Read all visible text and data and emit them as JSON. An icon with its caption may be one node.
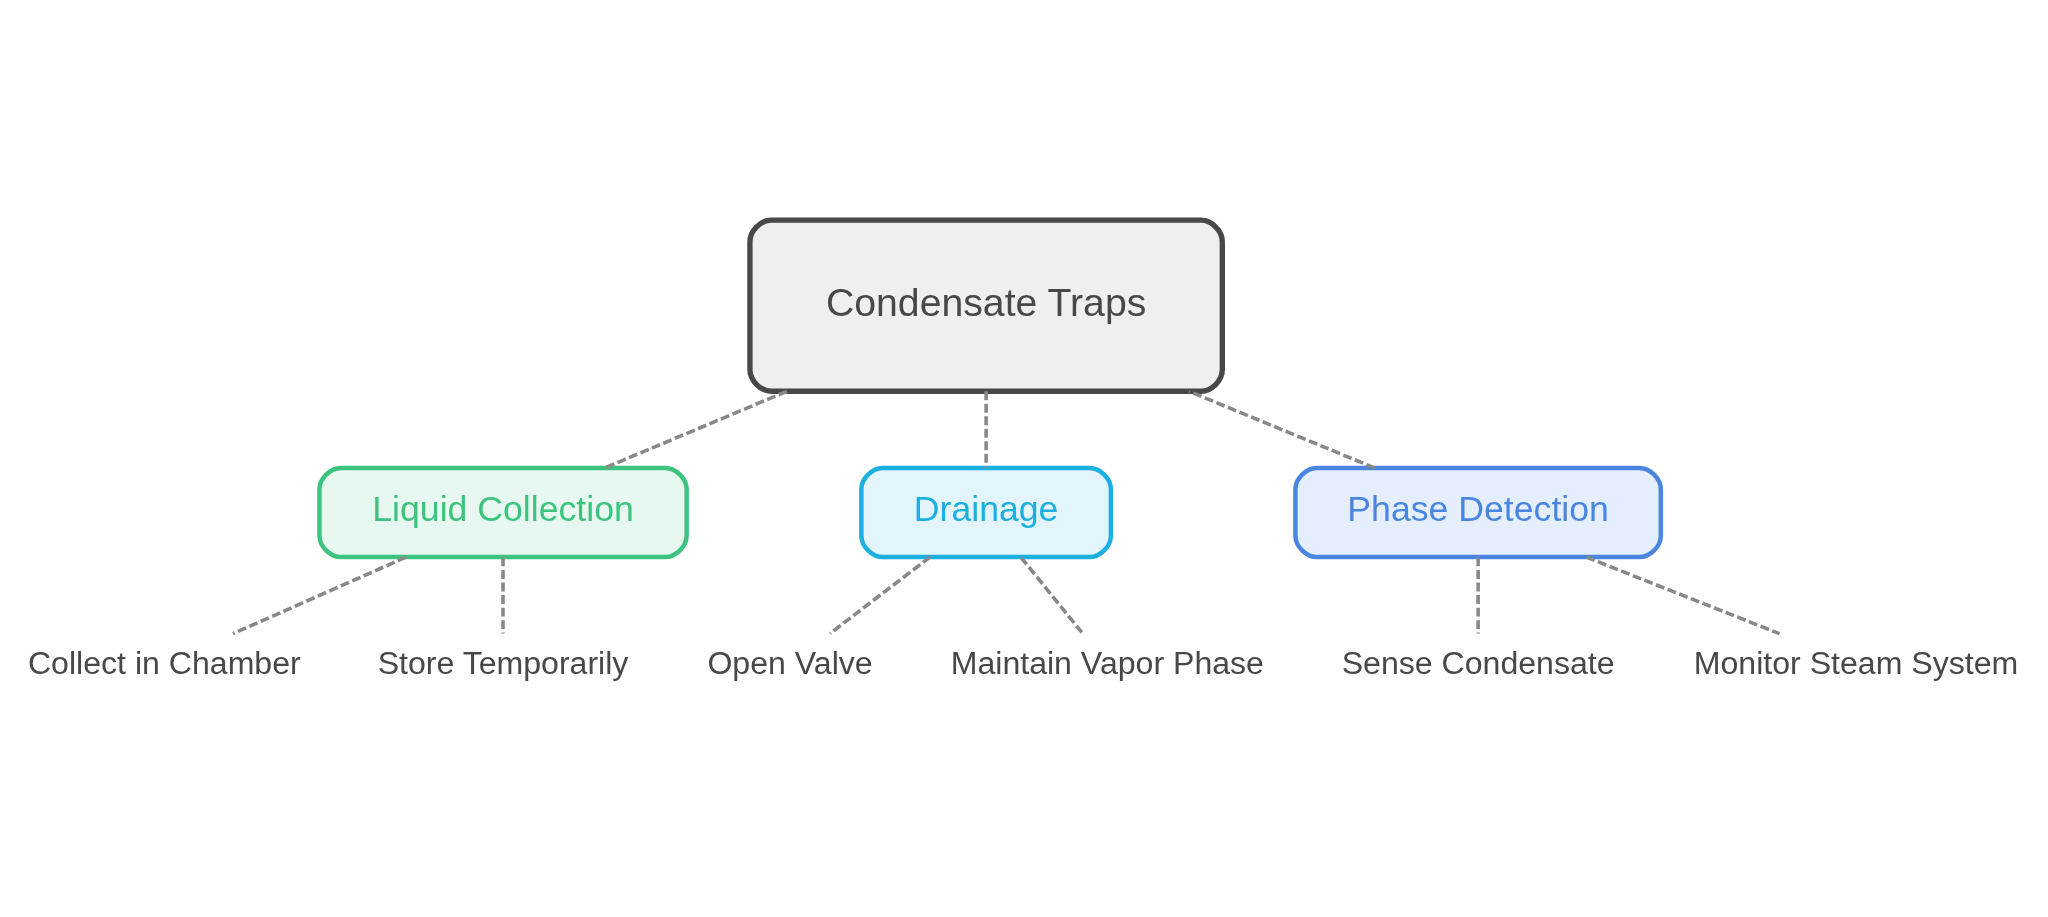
{
  "diagram": {
    "nodes": [
      {
        "text": [
          "Condensate Traps"
        ]
      },
      {
        "text": [
          "Phase Detection"
        ]
      },
      {
        "text": [
          "Sense Condensate"
        ]
      },
      {
        "text": [
          "Monitor Steam System"
        ]
      },
      {
        "text": [
          "Liquid Collection"
        ]
      },
      {
        "text": [
          "Collect in Chamber"
        ]
      },
      {
        "text": [
          "Store Temporarily"
        ]
      },
      {
        "text": [
          "Drainage"
        ]
      },
      {
        "text": [
          "Open Valve"
        ]
      },
      {
        "text": [
          "Maintain Vapor Phase"
        ]
      }
    ],
    "edges": [
      {
        "from": 1,
        "to": 0,
        "arrow": "none",
        "style": "dashed"
      },
      {
        "from": 0,
        "to": 4,
        "arrow": "none",
        "style": "dashed"
      },
      {
        "from": 0,
        "to": 7,
        "arrow": "none",
        "style": "dashed"
      },
      {
        "from": 1,
        "to": 2,
        "arrow": "none",
        "style": "dashed"
      },
      {
        "from": 1,
        "to": 3,
        "arrow": "none",
        "style": "dashed"
      },
      {
        "from": 4,
        "to": 5,
        "arrow": "none",
        "style": "dashed"
      },
      {
        "from": 4,
        "to": 6,
        "arrow": "none",
        "style": "dashed"
      },
      {
        "from": 7,
        "to": 8,
        "arrow": "none",
        "style": "dashed"
      },
      {
        "from": 7,
        "to": 9,
        "arrow": "none",
        "style": "dashed"
      }
    ]
  }
}
